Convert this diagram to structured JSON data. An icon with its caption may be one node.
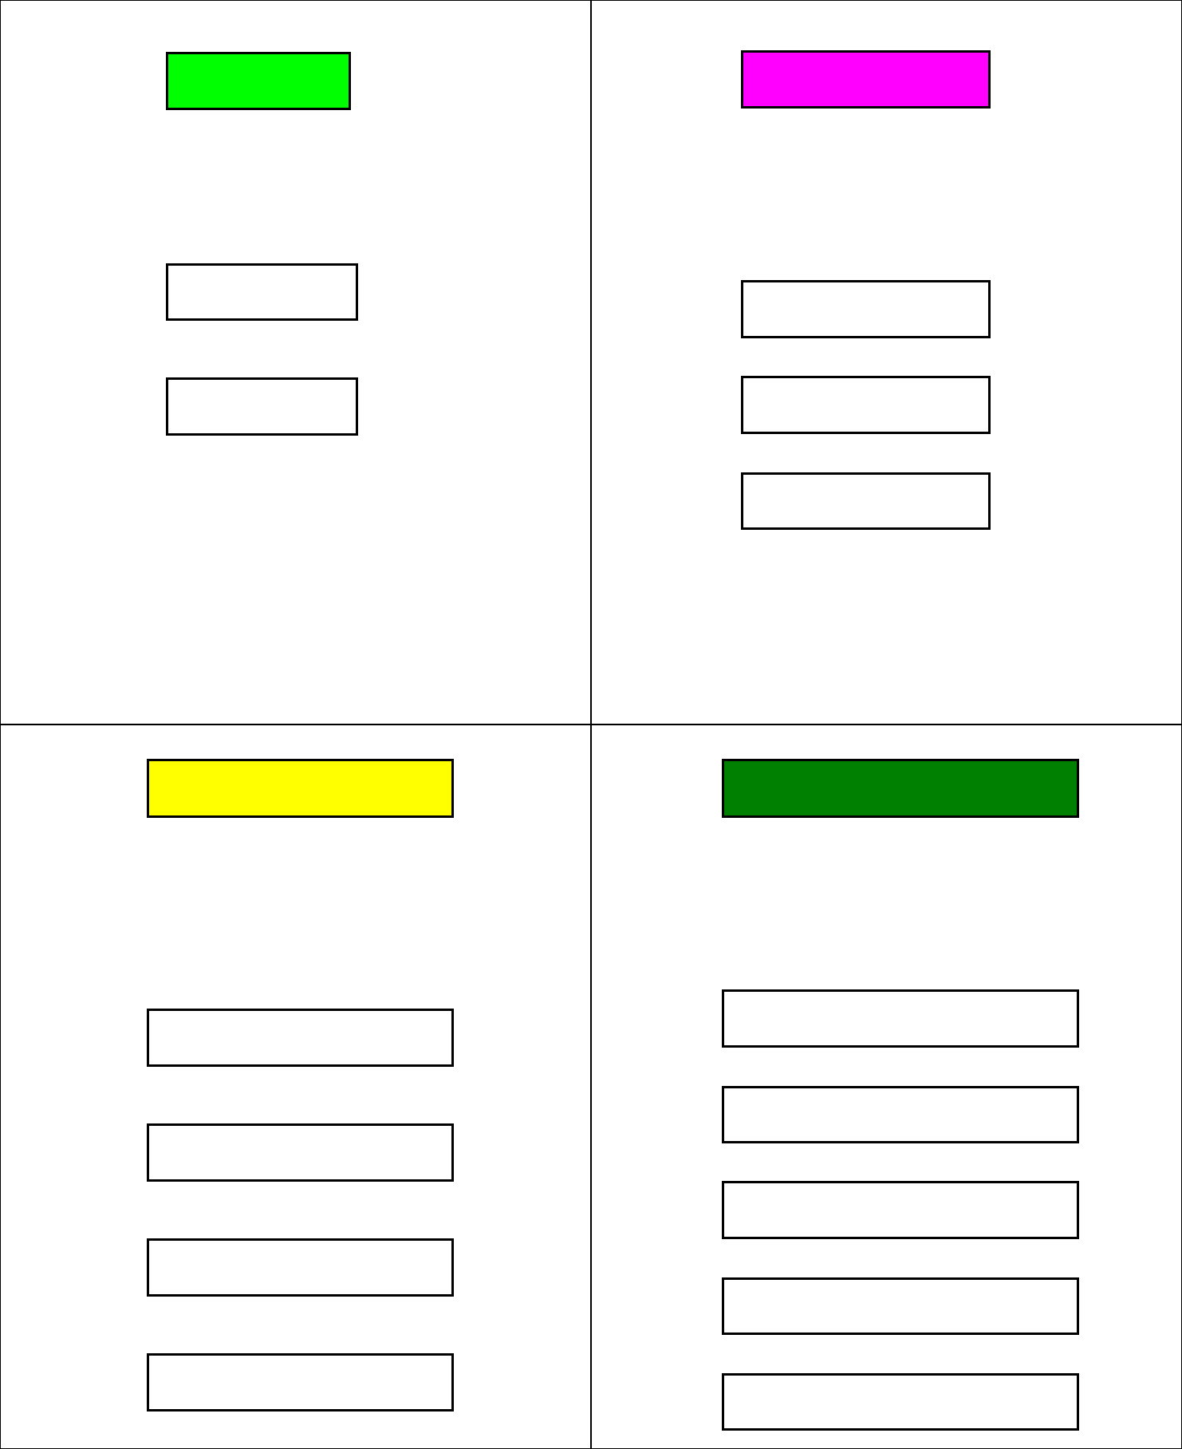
{
  "diagram": {
    "nodes": [
      {
        "text": [],
        "shape": "box"
      },
      {
        "text": [],
        "shape": "box",
        "in": 0
      },
      {
        "text": [],
        "shape": "box",
        "in": 0
      },
      {
        "text": [],
        "shape": "box",
        "in": 0
      },
      {
        "text": [],
        "shape": "box"
      },
      {
        "text": [],
        "shape": "box",
        "in": 4
      },
      {
        "text": [],
        "shape": "box",
        "in": 4
      },
      {
        "text": [],
        "shape": "box",
        "in": 4
      },
      {
        "text": [],
        "shape": "box",
        "in": 4
      },
      {
        "text": [],
        "shape": "box"
      },
      {
        "text": [],
        "shape": "box",
        "in": 9
      },
      {
        "text": [],
        "shape": "box",
        "in": 9
      },
      {
        "text": [],
        "shape": "box",
        "in": 9
      },
      {
        "text": [],
        "shape": "box",
        "in": 9
      },
      {
        "text": [],
        "shape": "box",
        "in": 9
      },
      {
        "text": [],
        "shape": "box"
      },
      {
        "text": [],
        "shape": "box",
        "in": 15
      },
      {
        "text": [],
        "shape": "box",
        "in": 15
      },
      {
        "text": [],
        "shape": "box",
        "in": 15
      },
      {
        "text": [],
        "shape": "box",
        "in": 15
      },
      {
        "text": [],
        "shape": "box",
        "in": 15
      },
      {
        "text": [],
        "shape": "box",
        "in": 15
      }
    ]
  }
}
